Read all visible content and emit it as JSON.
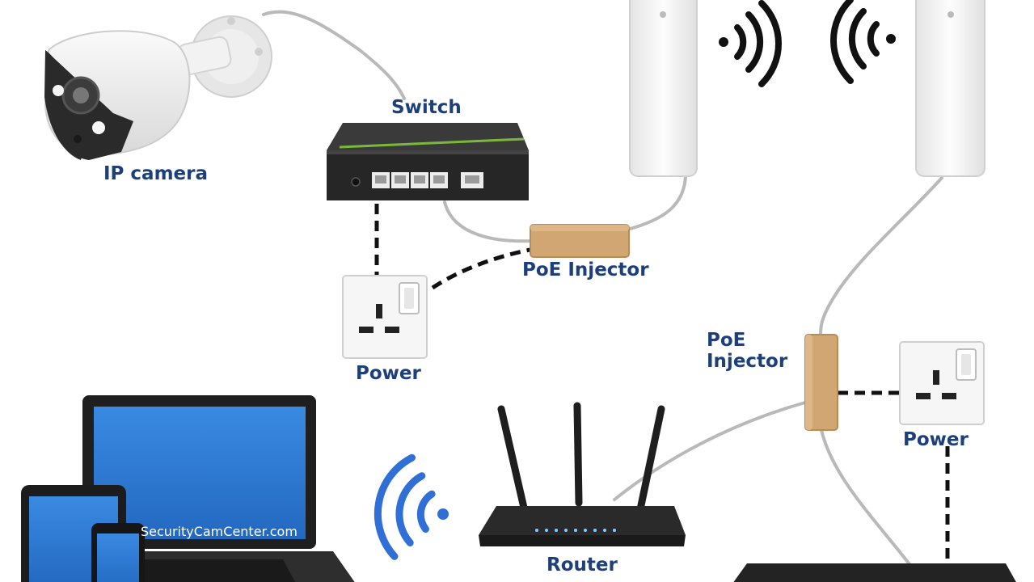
{
  "labels": {
    "ip_camera": "IP camera",
    "switch": "Switch",
    "poe_injector_top": "PoE Injector",
    "poe_injector_right_line1": "PoE",
    "poe_injector_right_line2": "Injector",
    "power_left": "Power",
    "power_right": "Power",
    "router": "Router",
    "laptop_screen_text": "SecurityCamCenter.com"
  },
  "colors": {
    "label_text": "#1d3f7a",
    "cable": "#b9b9b9",
    "power_cable": "#111111",
    "poe_injector": "#d2a673",
    "screen_blue": "#2f7fd6",
    "wifi_blue": "#2f6fd6",
    "device_dark": "#222222"
  },
  "icons": [
    "ip-camera-icon",
    "network-switch-icon",
    "poe-injector-icon",
    "wall-socket-icon",
    "access-point-icon",
    "wifi-signal-icon",
    "router-icon",
    "laptop-icon",
    "tablet-icon",
    "phone-icon"
  ]
}
